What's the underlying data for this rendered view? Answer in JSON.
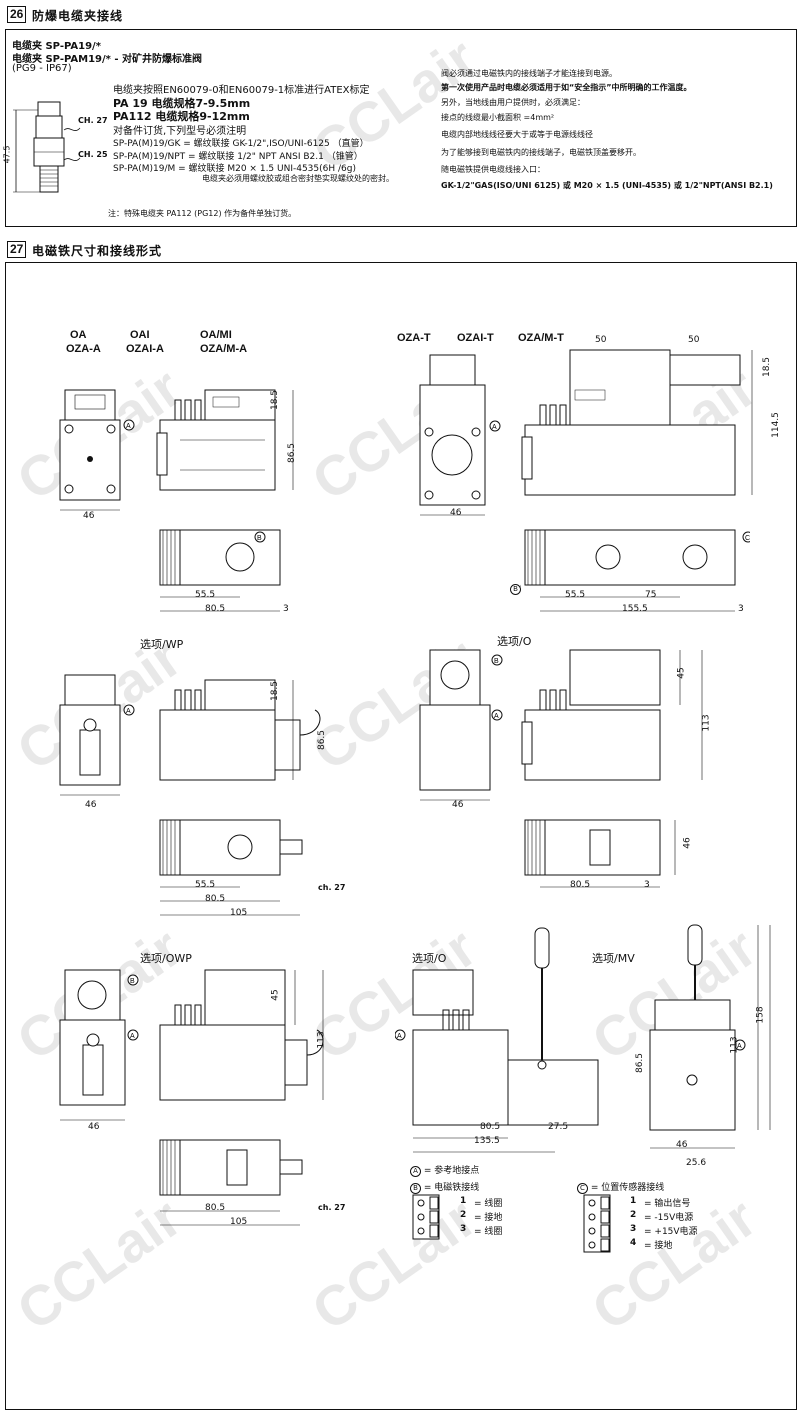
{
  "sec26": {
    "num": "26",
    "title": "防爆电缆夹接线",
    "head1": "电缆夹 SP-PA19/*",
    "head2": "电缆夹 SP-PAM19/* - 对矿井防爆标准阀",
    "head3": "(PG9 - IP67)",
    "std": "电缆夹按照EN60079-0和EN60079-1标准进行ATEX标定",
    "pa19": "PA 19  电缆规格7-9.5mm",
    "pa112": "PA112 电缆规格9-12mm",
    "order": "对备件订货,下列型号必须注明",
    "gk": "SP-PA(M)19/GK   = 螺纹联接 GK-1/2\",ISO/UNI-6125 （直管）",
    "npt": "SP-PA(M)19/NPT = 螺纹联接 1/2\" NPT ANSI B2.1 （锥管）",
    "m": "SP-PA(M)19/M     = 螺纹联接 M20 × 1.5 UNI-4535(6H /6g)",
    "seal": "电缆夹必须用螺纹胶或组合密封垫实现螺纹处的密封。",
    "note": "注：特殊电缆夹 PA112 (PG12) 作为备件单独订货。",
    "r1": "阀必须通过电磁铁内的接线端子才能连接到电源。",
    "r2": "第一次使用产品时电缆必须适用于如“安全指示”中所明确的工作温度。",
    "r3": "另外，当地线由用户提供时，必须满足：",
    "r4": "接点的线缆最小截面积 =4mm²",
    "r5": "电缆内部地线线径要大于或等于电源线线径",
    "r6": "为了能够接到电磁铁内的接线端子，电磁铁顶盖要移开。",
    "r7": "随电磁铁提供电缆线接入口：",
    "r8": "GK-1/2\"GAS(ISO/UNI 6125) 或 M20 × 1.5 (UNI-4535) 或 1/2\"NPT(ANSI B2.1)",
    "ch27": "CH. 27",
    "ch25": "CH. 25",
    "dim475": "47.5"
  },
  "sec27": {
    "num": "27",
    "title": "电磁铁尺寸和接线形式",
    "oa": "OA",
    "oza_a": "OZA-A",
    "oai": "OAI",
    "ozai_a": "OZAI-A",
    "oa_mi": "OA/MI",
    "oza_m_a": "OZA/M-A",
    "oza_t": "OZA-T",
    "ozai_t": "OZAI-T",
    "oza_m_t": "OZA/M-T",
    "opt_wp": "选项/WP",
    "opt_o1": "选项/O",
    "opt_owp": "选项/OWP",
    "opt_o2": "选项/O",
    "opt_mv": "选项/MV",
    "ch27": "ch. 27",
    "legend": {
      "a": "= 参考地接点",
      "b": "= 电磁铁接线",
      "c": "= 位置传感器接线",
      "b_items": [
        {
          "n": "1",
          "t": "= 线圈"
        },
        {
          "n": "2",
          "t": "= 接地"
        },
        {
          "n": "3",
          "t": "= 线圈"
        }
      ],
      "c_items": [
        {
          "n": "1",
          "t": "= 输出信号"
        },
        {
          "n": "2",
          "t": "= -15V电源"
        },
        {
          "n": "3",
          "t": "= +15V电源"
        },
        {
          "n": "4",
          "t": "= 接地"
        }
      ]
    },
    "dims": {
      "d46": "46",
      "d185": "18.5",
      "d865": "86.5",
      "d555": "55.5",
      "d805": "80.5",
      "d3": "3",
      "d50": "50",
      "d1145": "114.5",
      "d75": "75",
      "d1555": "155.5",
      "d105": "105",
      "d45": "45",
      "d113": "113",
      "d1355": "135.5",
      "d275": "27.5",
      "d158": "158",
      "d256": "25.6"
    }
  },
  "watermark": "CCLair"
}
